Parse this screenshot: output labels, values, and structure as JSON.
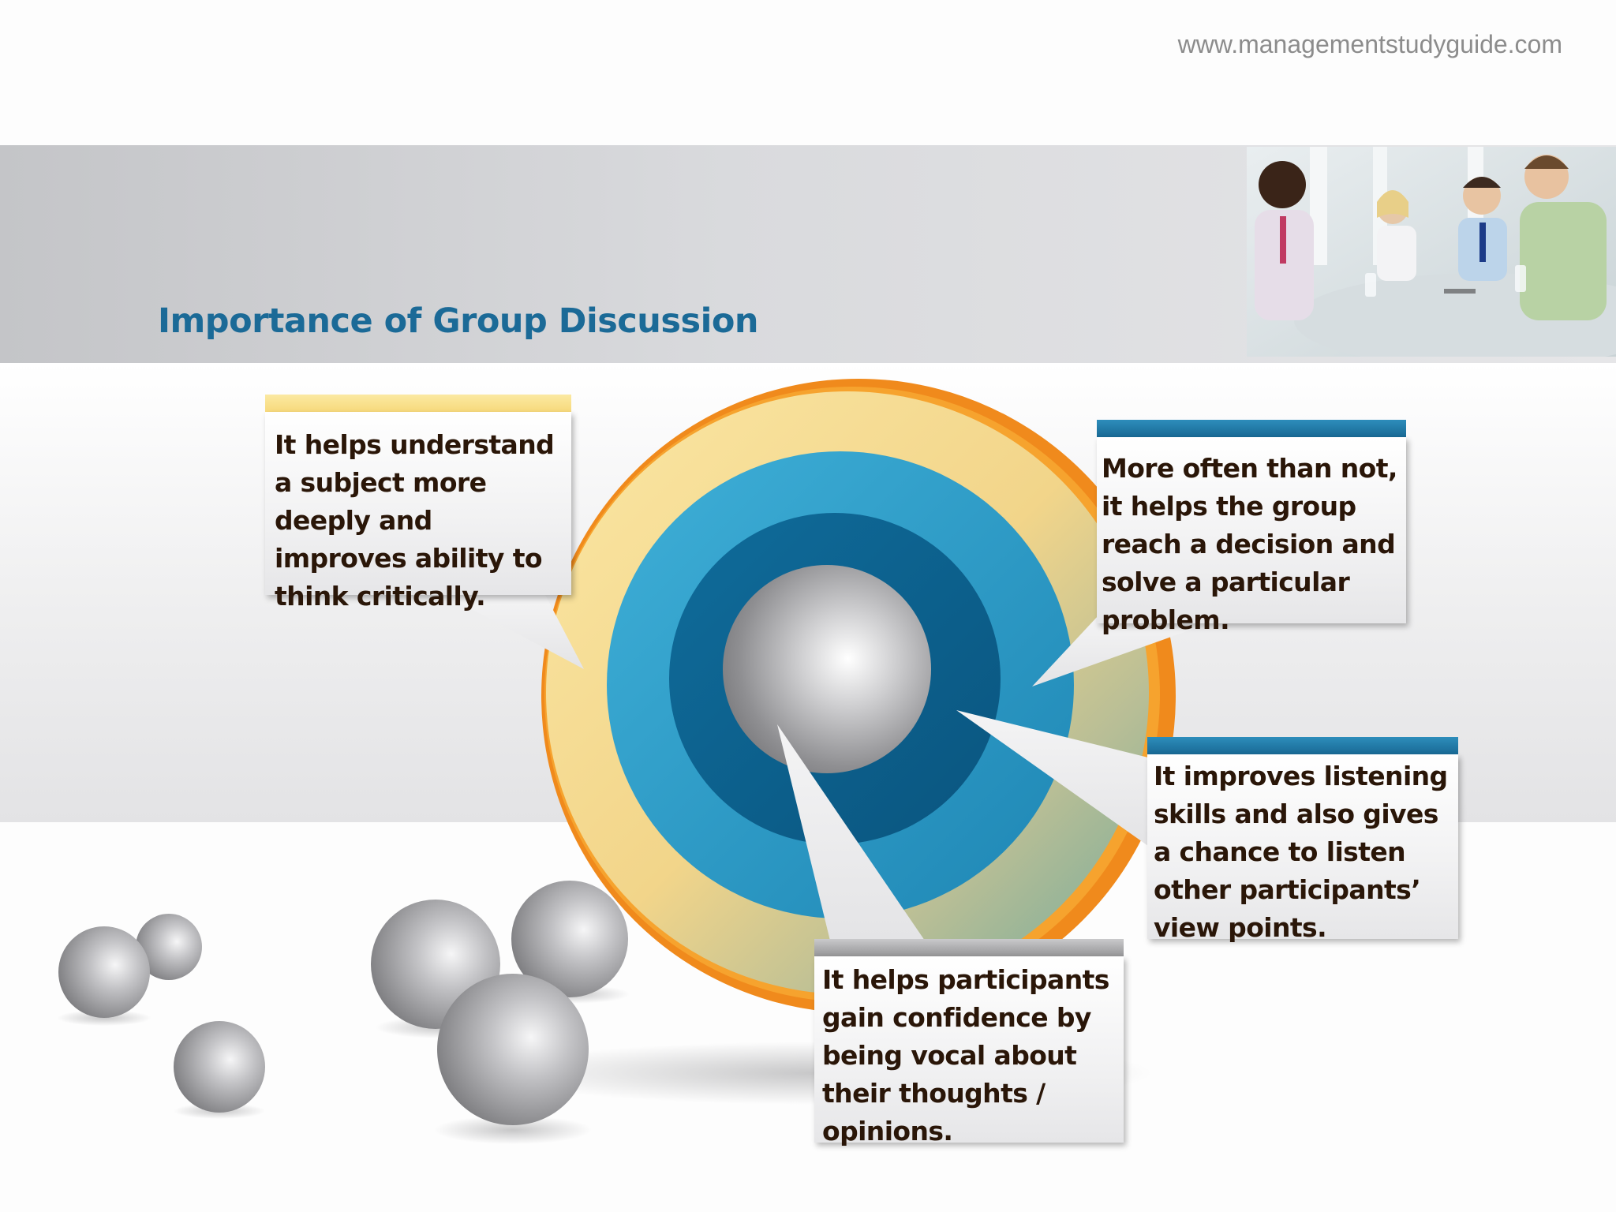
{
  "site_url": "www.managementstudyguide.com",
  "title": "Importance of Group Discussion",
  "points": [
    "It helps understand a subject more deeply and improves ability to think critically.",
    "More often than not, it helps the group reach a decision and solve a particular problem.",
    "It improves listening skills and also gives a chance to listen other participants’ view points.",
    "It helps participants gain confidence by being vocal about their thoughts / opinions."
  ],
  "colors": {
    "title": "#1b6a97",
    "outer_ring": "#f39a24",
    "yellow_ring": "#f8dd8c",
    "blue_ring": "#2f9cc7",
    "dark_blue": "#0b5f8e",
    "sphere": "#a9a9ab"
  }
}
